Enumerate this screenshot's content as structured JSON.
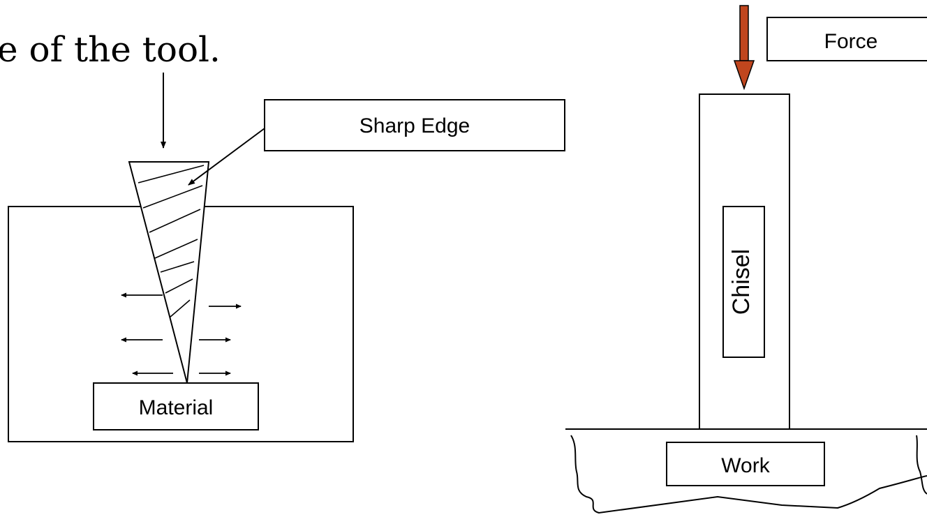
{
  "heading_fragment": "e of the tool.",
  "left_diagram": {
    "edge_label": "Sharp Edge",
    "material_label": "Material"
  },
  "right_diagram": {
    "force_label": "Force",
    "chisel_label": "Chisel",
    "work_label": "Work",
    "force_arrow_color": "#c0461e"
  }
}
